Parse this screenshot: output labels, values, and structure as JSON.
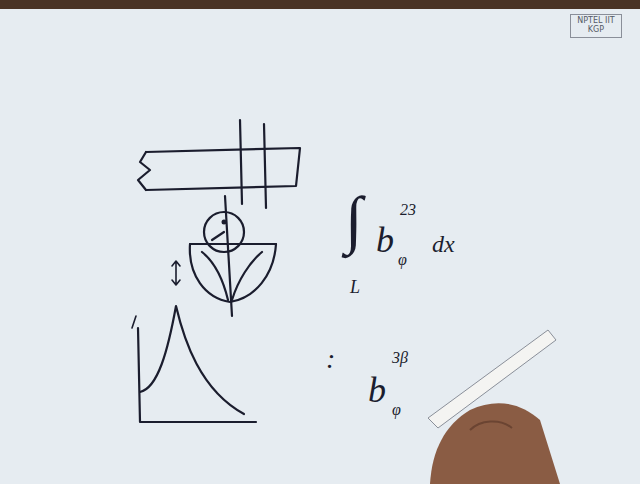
{
  "diagram": {
    "labels": [
      "NPTEL IIT KGP",
      "∫",
      "b",
      "23",
      "φ",
      "dx",
      "L",
      ":",
      "b",
      "3β",
      "φ"
    ]
  }
}
